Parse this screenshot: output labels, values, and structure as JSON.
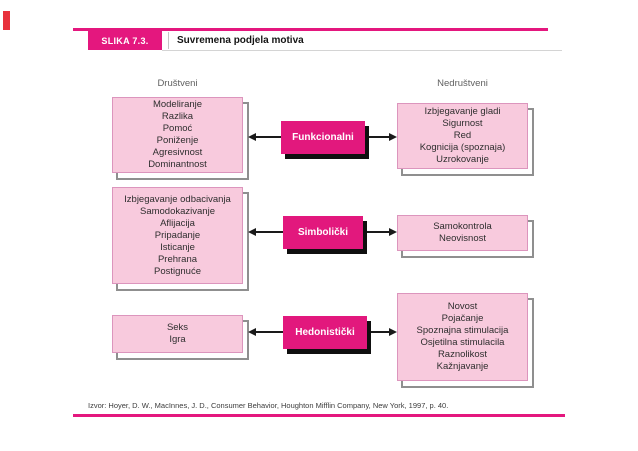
{
  "header": {
    "figure_label": "SLIKA 7.3.",
    "title": "Suvremena podjela motiva"
  },
  "columns": {
    "left": "Društveni",
    "right": "Nedruštveni"
  },
  "rows": [
    {
      "center": "Funkcionalni",
      "left_items": [
        "Modeliranje",
        "Razlika",
        "Pomoć",
        "Poniženje",
        "Agresivnost",
        "Dominantnost"
      ],
      "right_items": [
        "Izbjegavanje gladi",
        "Sigurnost",
        "Red",
        "Kognicija (spoznaja)",
        "Uzrokovanje"
      ]
    },
    {
      "center": "Simbolički",
      "left_items": [
        "Izbjegavanje odbacivanja",
        "Samodokazivanje",
        "Aflijacija",
        "Pripadanje",
        "Isticanje",
        "Prehrana",
        "Postignuće"
      ],
      "right_items": [
        "Samokontrola",
        "Neovisnost"
      ]
    },
    {
      "center": "Hedonistički",
      "left_items": [
        "Seks",
        "Igra"
      ],
      "right_items": [
        "Novost",
        "Pojačanje",
        "Spoznajna stimulacija",
        "Osjetilna stimulacila",
        "Raznolikost",
        "Kažnjavanje"
      ]
    }
  ],
  "footer": {
    "source": "Izvor: Hoyer, D. W., MacInnes, J. D., Consumer Behavior, Houghton Mifflin Company, New York, 1997, p. 40."
  },
  "colors": {
    "accent_magenta": "#e4177e",
    "box_pink": "#f8cadd",
    "shadow_gray": "#8f8f8f",
    "shadow_black": "#0f0f0f",
    "corner_red": "#e8323c"
  }
}
